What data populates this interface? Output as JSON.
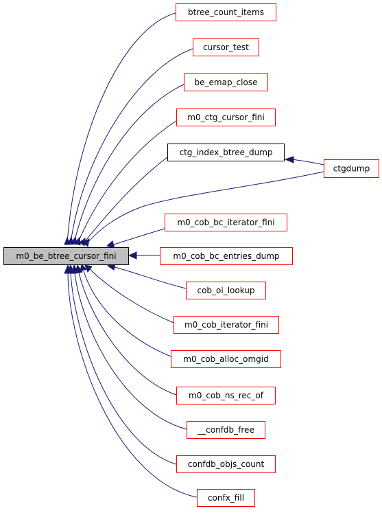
{
  "graph": {
    "root": {
      "id": "root",
      "label": "m0_be_btree_cursor_fini",
      "fill": "#bfbfbf",
      "border": "#000000"
    },
    "callers": [
      {
        "id": "n1",
        "label": "btree_count_items",
        "border": "#ff0000"
      },
      {
        "id": "n2",
        "label": "cursor_test",
        "border": "#ff0000"
      },
      {
        "id": "n3",
        "label": "be_emap_close",
        "border": "#ff0000"
      },
      {
        "id": "n4",
        "label": "m0_ctg_cursor_fini",
        "border": "#ff0000"
      },
      {
        "id": "n5",
        "label": "ctg_index_btree_dump",
        "border": "#000000"
      },
      {
        "id": "n6",
        "label": "ctgdump",
        "border": "#ff0000"
      },
      {
        "id": "n7",
        "label": "m0_cob_bc_iterator_fini",
        "border": "#ff0000"
      },
      {
        "id": "n8",
        "label": "m0_cob_bc_entries_dump",
        "border": "#ff0000"
      },
      {
        "id": "n9",
        "label": "cob_oi_lookup",
        "border": "#ff0000"
      },
      {
        "id": "n10",
        "label": "m0_cob_iterator_fini",
        "border": "#ff0000"
      },
      {
        "id": "n11",
        "label": "m0_cob_alloc_omgid",
        "border": "#ff0000"
      },
      {
        "id": "n12",
        "label": "m0_cob_ns_rec_of",
        "border": "#ff0000"
      },
      {
        "id": "n13",
        "label": "__confdb_free",
        "border": "#ff0000"
      },
      {
        "id": "n14",
        "label": "confdb_objs_count",
        "border": "#ff0000"
      },
      {
        "id": "n15",
        "label": "confx_fill",
        "border": "#ff0000"
      }
    ],
    "edges": [
      {
        "from": "n1",
        "to": "root"
      },
      {
        "from": "n2",
        "to": "root"
      },
      {
        "from": "n3",
        "to": "root"
      },
      {
        "from": "n4",
        "to": "root"
      },
      {
        "from": "n5",
        "to": "root"
      },
      {
        "from": "n6",
        "to": "n5"
      },
      {
        "from": "n6",
        "to": "root"
      },
      {
        "from": "n7",
        "to": "root"
      },
      {
        "from": "n8",
        "to": "root"
      },
      {
        "from": "n9",
        "to": "root"
      },
      {
        "from": "n10",
        "to": "root"
      },
      {
        "from": "n11",
        "to": "root"
      },
      {
        "from": "n12",
        "to": "root"
      },
      {
        "from": "n13",
        "to": "root"
      },
      {
        "from": "n14",
        "to": "root"
      },
      {
        "from": "n15",
        "to": "root"
      }
    ],
    "edge_color": "#191970"
  }
}
